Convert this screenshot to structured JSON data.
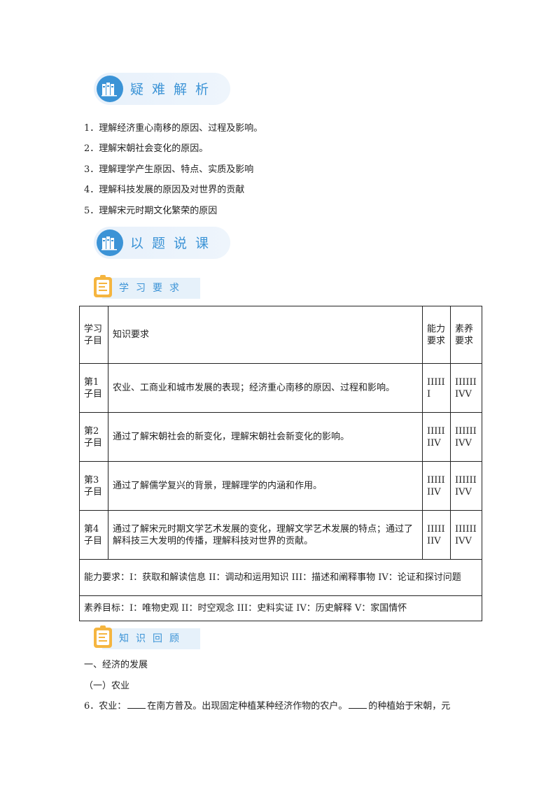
{
  "sections": {
    "analysis_title": "疑难解析",
    "lesson_title": "以题说课",
    "requirements_title": "学习要求",
    "review_title": "知识回顾"
  },
  "analysis_items": [
    "1．理解经济重心南移的原因、过程及影响。",
    "2．理解宋朝社会变化的原因。",
    "3．理解理学产生原因、特点、实质及影响",
    "4．理解科技发展的原因及对世界的贡献",
    "5．理解宋元时期文化繁荣的原因"
  ],
  "table": {
    "headers": {
      "col1": "学习子目",
      "col2": "知识要求",
      "col3": "能力要求",
      "col4": "素养要求"
    },
    "rows": [
      {
        "subject": "第1子目",
        "knowledge": "农业、工商业和城市发展的表现；经济重心南移的原因、过程和影响。",
        "ability": "IIIIII",
        "literacy": "IIIIIIIVV"
      },
      {
        "subject": "第2子目",
        "knowledge": "通过了解宋朝社会的新变化，理解宋朝社会新变化的影响。",
        "ability": "IIIIIIIV",
        "literacy": "IIIIIIIVV"
      },
      {
        "subject": "第3子目",
        "knowledge": "通过了解儒学复兴的背景，理解理学的内涵和作用。",
        "ability": "IIIIIIIV",
        "literacy": "IIIIIIIVV"
      },
      {
        "subject": "第4子目",
        "knowledge": "通过了解宋元时期文学艺术发展的变化，理解文学艺术发展的特点；通过了解科技三大发明的传播，理解科技对世界的贡献。",
        "ability": "IIIIIIIV",
        "literacy": "IIIIIIIVV"
      }
    ],
    "ability_note": "能力要求：I：获取和解读信息 II：调动和运用知识 III：描述和阐释事物 IV：论证和探讨问题",
    "literacy_note": "素养目标：I：唯物史观 II：时空观念 III：史料实证 IV：历史解释 V：家国情怀"
  },
  "review": {
    "heading": "一、经济的发展",
    "subheading": "（一）农业",
    "item6_a": "6．农业：",
    "item6_b": "在南方普及。出现固定种植某种经济作物的农户。",
    "item6_c": "的种植始于宋朝，元"
  },
  "colors": {
    "accent": "#3b93d6",
    "banner_bg": "#e8f1fb",
    "tag_icon": "#f5b53f"
  }
}
